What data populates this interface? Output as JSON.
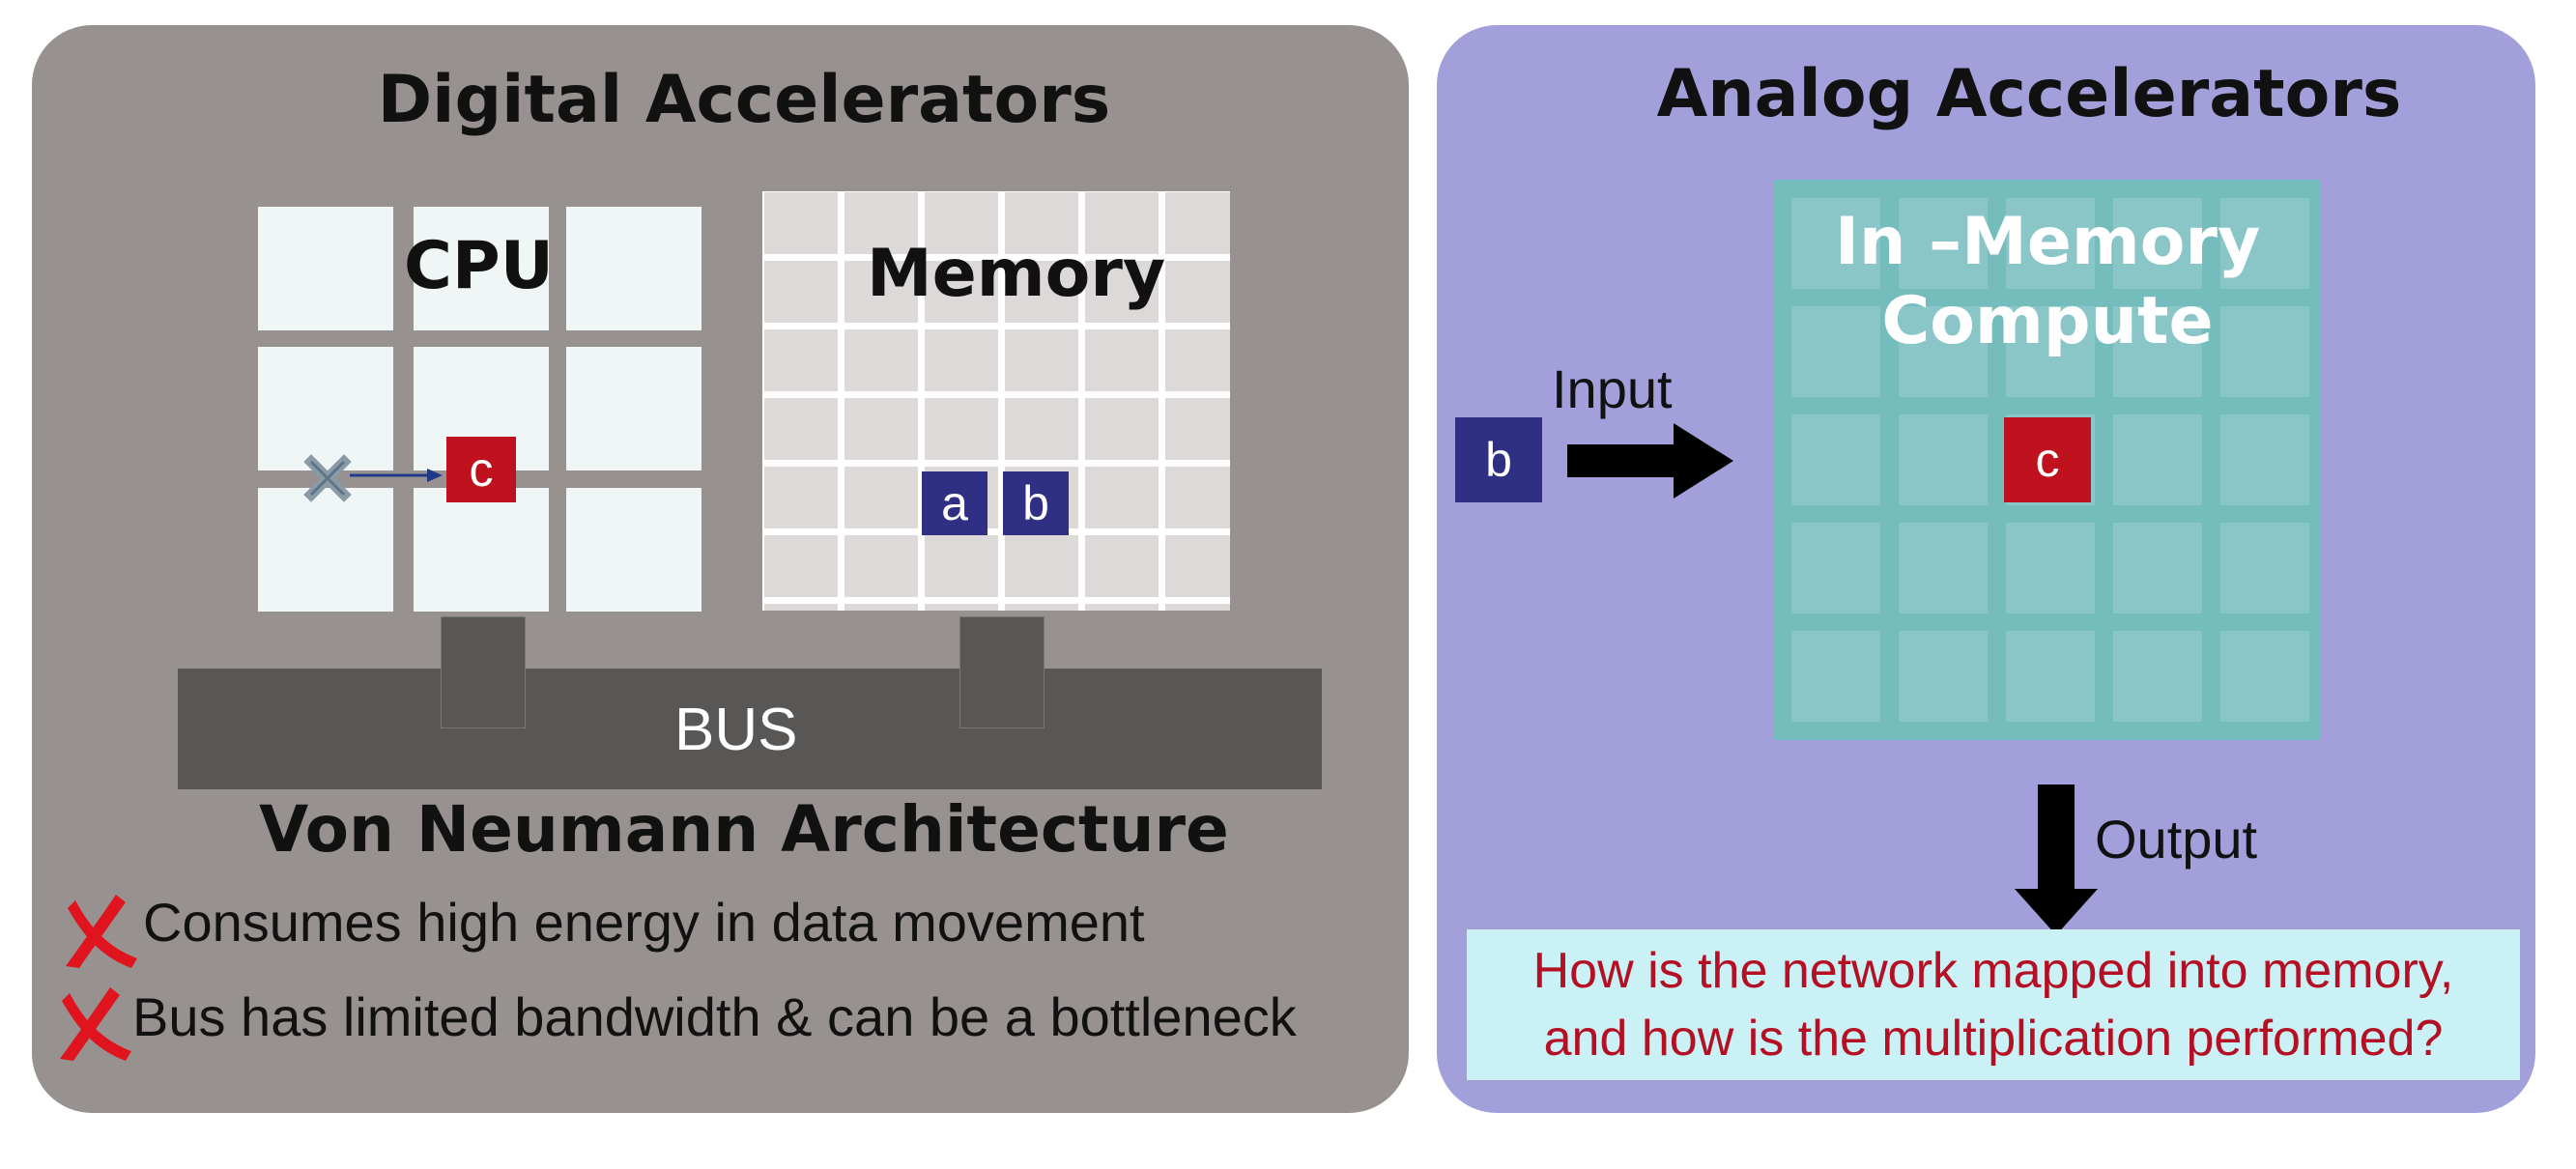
{
  "digital": {
    "title": "Digital Accelerators",
    "cpu_label": "CPU",
    "memory_label": "Memory",
    "cpu_cell_value": "c",
    "memory_values": [
      "a",
      "b"
    ],
    "bus_label": "BUS",
    "architecture_label": "Von Neumann Architecture",
    "drawbacks": [
      "Consumes high energy in data movement",
      "Bus has limited bandwidth & can be a bottleneck"
    ],
    "cross_icon": "red-cross-icon"
  },
  "analog": {
    "title": "Analog Accelerators",
    "imc_title_line1": "In –Memory",
    "imc_title_line2": "Compute",
    "input_label": "Input",
    "input_value": "b",
    "imc_cell_value": "c",
    "output_label": "Output",
    "question_line1": "How is the network mapped into memory,",
    "question_line2": "and how is the multiplication performed?"
  },
  "colors": {
    "digital_panel": "#97928f",
    "analog_panel": "#a29fda",
    "navy": "#2f3083",
    "red": "#c0121e",
    "imc_grid": "#74bdbc",
    "question_bg": "#caf1f6",
    "question_text": "#b40f22"
  }
}
